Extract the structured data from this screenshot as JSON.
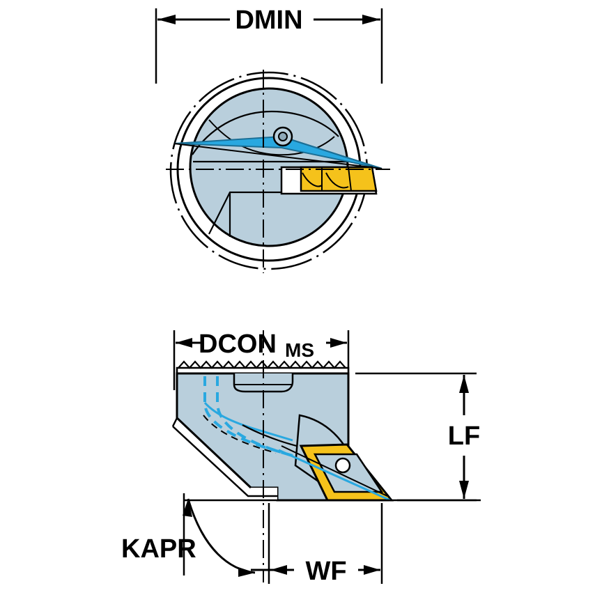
{
  "diagram": {
    "title": "Boring bar head technical drawing",
    "views": [
      {
        "id": "front-view",
        "name": "front-end-view"
      },
      {
        "id": "side-view",
        "name": "side-section-view"
      }
    ],
    "labels": {
      "dmin": "DMIN",
      "dcon": "DCON",
      "dcon_sub": "MS",
      "lf": "LF",
      "kapr": "KAPR",
      "wf": "WF"
    },
    "colors": {
      "body_fill": "#b9cfdc",
      "body_stroke": "#000000",
      "insert_fill": "#f5c21b",
      "coolant_blue": "#29a8e0",
      "white": "#ffffff",
      "shadow": "#9fb6c4"
    }
  }
}
